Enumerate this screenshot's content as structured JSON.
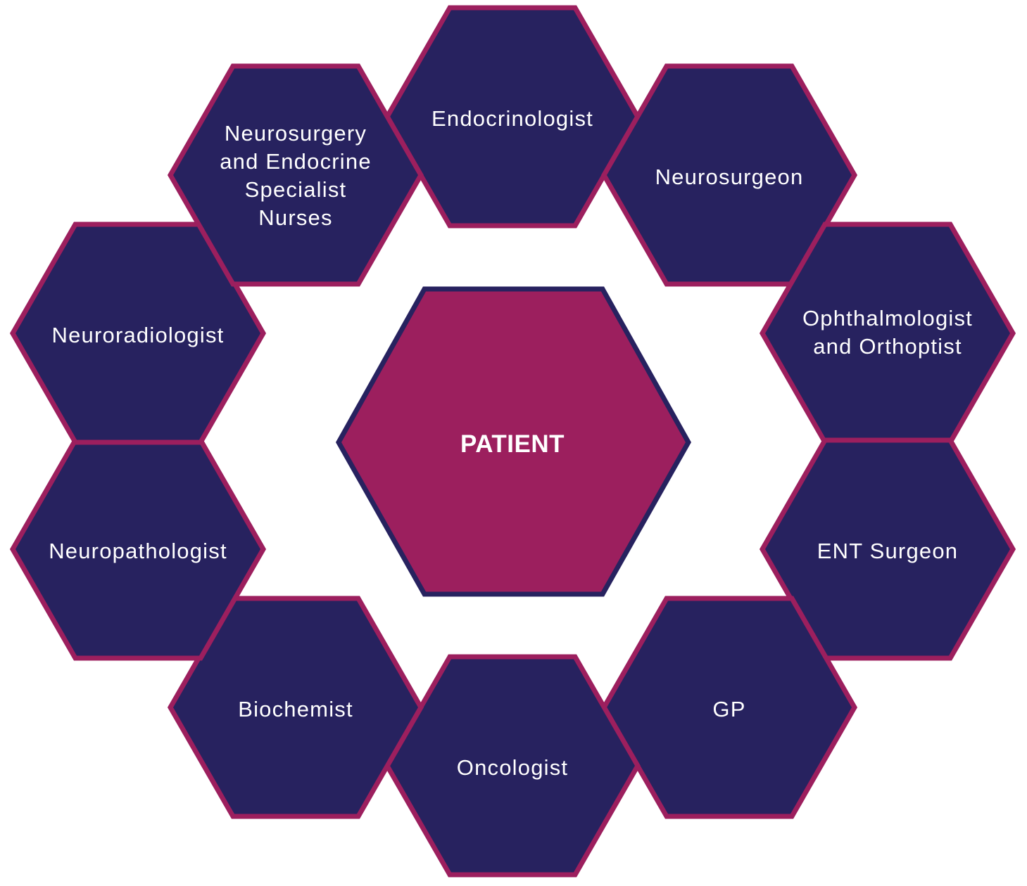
{
  "colors": {
    "specialist_fill": "#27225f",
    "specialist_border": "#9c1f5e",
    "center_fill": "#9c1f5e",
    "center_border": "#27225f",
    "text": "#ffffff",
    "background": "#ffffff"
  },
  "center": {
    "label": "PATIENT"
  },
  "specialists": [
    {
      "key": "endocrinologist",
      "lines": [
        "Endocrinologist"
      ]
    },
    {
      "key": "neurosurgeon",
      "lines": [
        "Neurosurgeon"
      ]
    },
    {
      "key": "ophthalmologist-orthoptist",
      "lines": [
        "Ophthalmologist",
        "and Orthoptist"
      ]
    },
    {
      "key": "ent-surgeon",
      "lines": [
        "ENT Surgeon"
      ]
    },
    {
      "key": "gp",
      "lines": [
        "GP"
      ]
    },
    {
      "key": "oncologist",
      "lines": [
        "Oncologist"
      ]
    },
    {
      "key": "biochemist",
      "lines": [
        "Biochemist"
      ]
    },
    {
      "key": "neuropathologist",
      "lines": [
        "Neuropathologist"
      ]
    },
    {
      "key": "neuroradiologist",
      "lines": [
        "Neuroradiologist"
      ]
    },
    {
      "key": "specialist-nurses",
      "lines": [
        "Neurosurgery",
        "and Endocrine",
        "Specialist",
        "Nurses"
      ]
    }
  ]
}
